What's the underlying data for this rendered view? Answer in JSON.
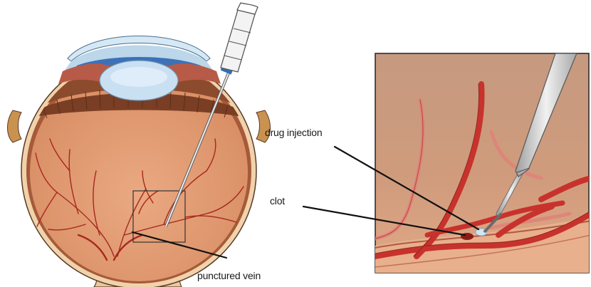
{
  "labels": {
    "drug_injection": "drug injection",
    "clot": "clot",
    "punctured_vein": "punctured vein"
  },
  "colors": {
    "sclera": "#e9c89f",
    "retina_interior": "#e7a27c",
    "choroid_band": "#9b5233",
    "ciliary": "#8a4a2c",
    "cornea": "#cfe3f1",
    "iris_blue": "#3f74b9",
    "lens": "#c4ddf0",
    "vessel": "#c8322d",
    "vessel_outline": "#7c1c18",
    "needle": "#d9d9d9",
    "zoom_bg": "#c79a7f",
    "callout_line": "#111111"
  },
  "icons": [
    "eye-cross-section",
    "retinal-vein-zoom",
    "injection-needle"
  ]
}
